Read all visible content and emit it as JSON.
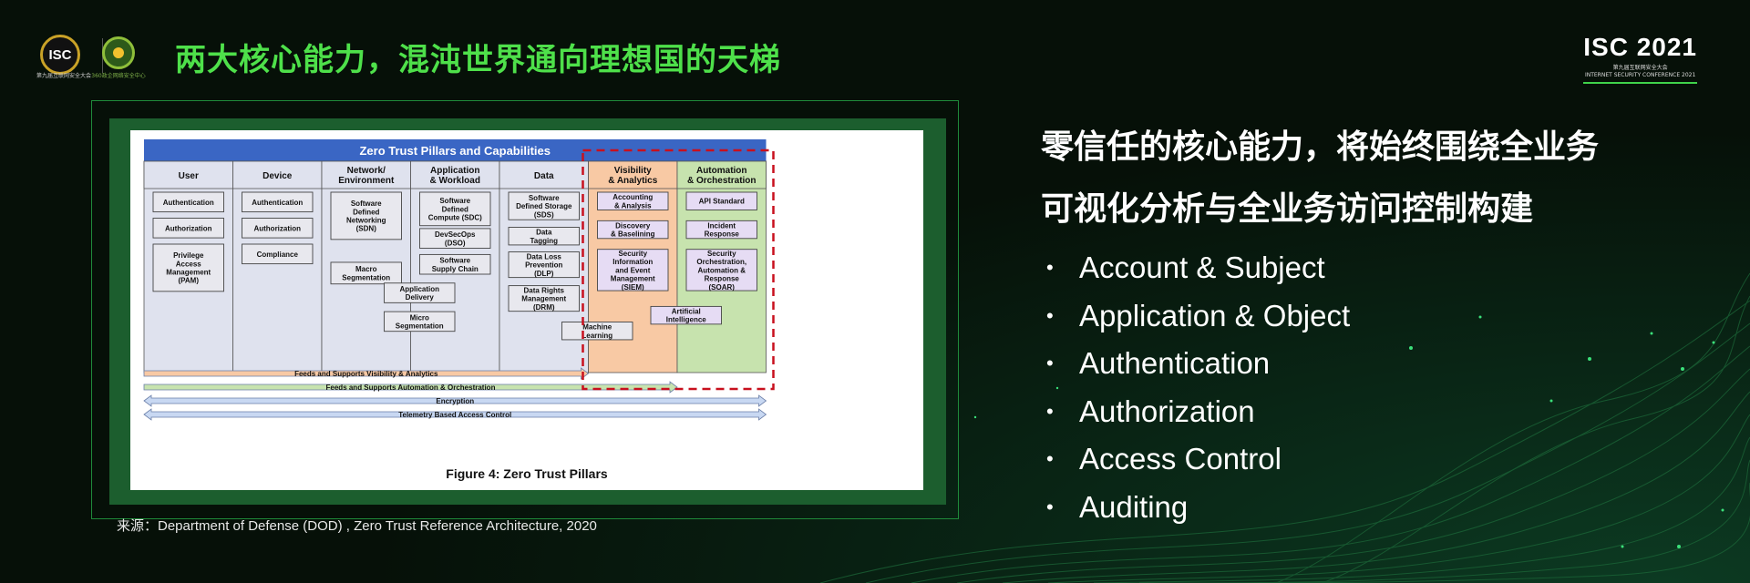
{
  "header": {
    "title": "两大核心能力，混沌世界通向理想国的天梯",
    "isc_logo_text": "ISC",
    "isc_logo_caption": "第九届互联网安全大会",
    "partner_logo_caption": "360政企网络安全中心",
    "brand": "ISC 2021",
    "brand_sub_cn": "第九届互联网安全大会",
    "brand_sub_en": "INTERNET SECURITY CONFERENCE 2021"
  },
  "figure": {
    "banner": "Zero Trust Pillars and Capabilities",
    "caption": "Figure 4: Zero Trust Pillars",
    "columns": [
      {
        "label": [
          "User"
        ],
        "color": "#dfe2ee"
      },
      {
        "label": [
          "Device"
        ],
        "color": "#dfe2ee"
      },
      {
        "label": [
          "Network/",
          "Environment"
        ],
        "color": "#dfe2ee"
      },
      {
        "label": [
          "Application",
          "& Workload"
        ],
        "color": "#dfe2ee"
      },
      {
        "label": [
          "Data"
        ],
        "color": "#dfe2ee"
      },
      {
        "label": [
          "Visibility",
          "& Analytics"
        ],
        "color": "#f8c9a4"
      },
      {
        "label": [
          "Automation",
          "& Orchestration"
        ],
        "color": "#c7e3ae"
      }
    ],
    "boxes": [
      {
        "col": 0,
        "row": 0,
        "lines": [
          "Authentication"
        ],
        "h": 1
      },
      {
        "col": 0,
        "row": 1,
        "lines": [
          "Authorization"
        ],
        "h": 1
      },
      {
        "col": 0,
        "row": 2,
        "lines": [
          "Privilege",
          "Access",
          "Management",
          "(PAM)"
        ],
        "h": 2.4
      },
      {
        "col": 1,
        "row": 0,
        "lines": [
          "Authentication"
        ],
        "h": 1
      },
      {
        "col": 1,
        "row": 1,
        "lines": [
          "Authorization"
        ],
        "h": 1
      },
      {
        "col": 1,
        "row": 2,
        "lines": [
          "Compliance"
        ],
        "h": 1
      },
      {
        "col": 2,
        "row": 0,
        "lines": [
          "Software",
          "Defined",
          "Networking",
          "(SDN)"
        ],
        "h": 2.4
      },
      {
        "col": 2,
        "row": 2.7,
        "lines": [
          "Macro",
          "Segmentation"
        ],
        "h": 1.1
      },
      {
        "col": 3,
        "row": 0,
        "lines": [
          "Software",
          "Defined",
          "Compute (SDC)"
        ],
        "h": 1.7
      },
      {
        "col": 3,
        "row": 1.4,
        "lines": [
          "DevSecOps",
          "(DSO)"
        ],
        "h": 1.0
      },
      {
        "col": 3,
        "row": 2.4,
        "lines": [
          "Software",
          "Supply Chain"
        ],
        "h": 1.0
      },
      {
        "col": 2.6,
        "row": 3.5,
        "lines": [
          "Application",
          "Delivery"
        ],
        "h": 1.0
      },
      {
        "col": 2.6,
        "row": 4.6,
        "lines": [
          "Micro",
          "Segmentation"
        ],
        "h": 1.0
      },
      {
        "col": 4,
        "row": 0,
        "lines": [
          "Software",
          "Defined Storage",
          "(SDS)"
        ],
        "h": 1.4
      },
      {
        "col": 4,
        "row": 1.35,
        "lines": [
          "Data",
          "Tagging"
        ],
        "h": 0.9
      },
      {
        "col": 4,
        "row": 2.3,
        "lines": [
          "Data Loss",
          "Prevention",
          "(DLP)"
        ],
        "h": 1.3
      },
      {
        "col": 4,
        "row": 3.6,
        "lines": [
          "Data Rights",
          "Management",
          "(DRM)"
        ],
        "h": 1.3
      },
      {
        "col": 4.6,
        "row": 5.0,
        "lines": [
          "Machine",
          "Learning"
        ],
        "h": 0.9
      },
      {
        "col": 5,
        "row": 0,
        "lines": [
          "Accounting",
          "& Analysis"
        ],
        "h": 0.9
      },
      {
        "col": 5,
        "row": 1.1,
        "lines": [
          "Discovery",
          "& Baselining"
        ],
        "h": 0.9
      },
      {
        "col": 5,
        "row": 2.2,
        "lines": [
          "Security",
          "Information",
          "and Event",
          "Management",
          "(SIEM)"
        ],
        "h": 2.1
      },
      {
        "col": 5.6,
        "row": 4.4,
        "lines": [
          "Artificial",
          "Intelligence"
        ],
        "h": 0.9
      },
      {
        "col": 6,
        "row": 0,
        "lines": [
          "API Standard"
        ],
        "h": 0.9
      },
      {
        "col": 6,
        "row": 1.1,
        "lines": [
          "Incident",
          "Response"
        ],
        "h": 0.9
      },
      {
        "col": 6,
        "row": 2.2,
        "lines": [
          "Security",
          "Orchestration,",
          "Automation &",
          "Response",
          "(SOAR)"
        ],
        "h": 2.1
      }
    ],
    "arrows": [
      {
        "label": "Feeds and Supports Visibility & Analytics",
        "color": "#f8c9a4",
        "span": 5,
        "double": false
      },
      {
        "label": "Feeds and Supports Automation & Orchestration",
        "color": "#c7e3ae",
        "span": 6,
        "double": false
      },
      {
        "label": "Encryption",
        "color": "#c8d8f2",
        "span": 7,
        "double": true
      },
      {
        "label": "Telemetry Based Access Control",
        "color": "#c8d8f2",
        "span": 7,
        "double": true
      }
    ],
    "highlight_color": "#c8101e",
    "banner_color": "#3a66c4"
  },
  "source": "来源：Department of Defense (DOD) , Zero Trust Reference Architecture, 2020",
  "headline": {
    "line1": "零信任的核心能力，将始终围绕全业务",
    "line2": "可视化分析与全业务访问控制构建"
  },
  "bullet_glyph": "•",
  "bullets": [
    "Account & Subject",
    "Application & Object",
    "Authentication",
    "Authorization",
    "Access Control",
    "Auditing"
  ]
}
